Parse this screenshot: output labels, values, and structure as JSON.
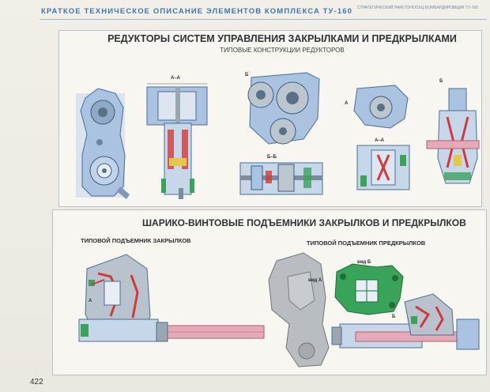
{
  "header": {
    "book_title": "КРАТКОЕ ТЕХНИЧЕСКОЕ ОПИСАНИЕ ЭЛЕМЕНТОВ КОМПЛЕКСА ТУ-160",
    "right_text": "СТРАТЕГИЧЕСКИЙ РАКЕТОНОСЕЦ-БОМБАРДИРОВЩИК ТУ-160"
  },
  "section1": {
    "title": "РЕДУКТОРЫ СИСТЕМ УПРАВЛЕНИЯ ЗАКРЫЛКАМИ И ПРЕДКРЫЛКАМИ",
    "subtitle": "ТИПОВЫЕ КОНСТРУКЦИИ РЕДУКТОРОВ",
    "section_marks": [
      "А–А",
      "Б–Б",
      "А–А",
      "Б",
      "А",
      "Б"
    ]
  },
  "section2": {
    "title": "ШАРИКО-ВИНТОВЫЕ ПОДЪЕМНИКИ ЗАКРЫЛКОВ И ПРЕДКРЫЛКОВ",
    "flap_lift_label": "ТИПОВОЙ ПОДЪЕМНИК ЗАКРЫЛКОВ",
    "slat_lift_label": "ТИПОВОЙ ПОДЪЕМНИК ПРЕДКРЫЛКОВ",
    "view_a": "вид А",
    "view_b": "вид Б",
    "mark_a": "А",
    "mark_b": "Б"
  },
  "page_number": "422",
  "colors": {
    "header_blue": "#3b76b0",
    "housing_blue": "#a9c3e0",
    "section_red": "#d23a3a",
    "housing_green": "#3aa35a",
    "shaft_pink": "#e6a9b8",
    "gray_cast": "#b9bcc0"
  }
}
